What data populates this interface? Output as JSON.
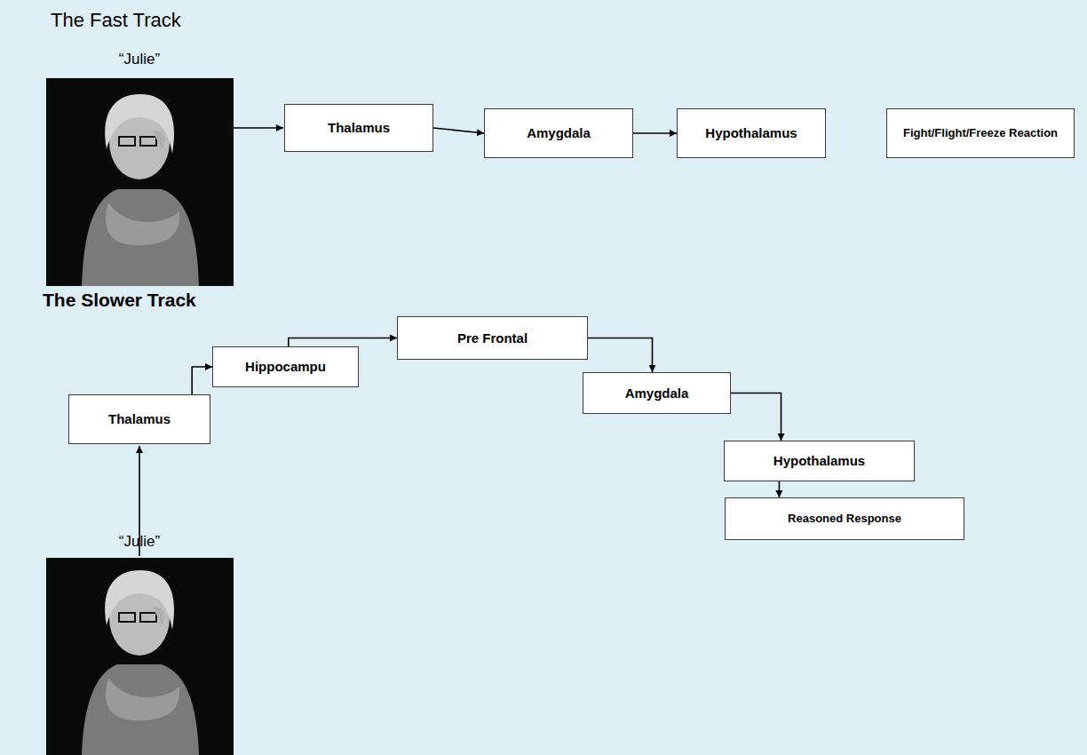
{
  "diagram": {
    "nodes": [
      {
        "text": [
          "Thalamus"
        ]
      },
      {
        "text": [
          "Amygdala"
        ]
      },
      {
        "text": [
          "Hypothalamus"
        ]
      },
      {
        "text": [
          "Fight/Flight/Freeze Reaction"
        ]
      },
      {
        "text": [
          "Thalamus"
        ]
      },
      {
        "text": [
          "Hippocampu"
        ]
      },
      {
        "text": [
          "Pre Frontal"
        ]
      },
      {
        "text": [
          "Amygdala"
        ]
      },
      {
        "text": [
          "Hypothalamus"
        ]
      },
      {
        "text": [
          "Reasoned Response"
        ]
      }
    ],
    "edges": [
      {
        "from": 0,
        "to": 1,
        "arrow": "to"
      },
      {
        "from": 1,
        "to": 2,
        "arrow": "to"
      },
      {
        "from": 4,
        "to": 5,
        "arrow": "to"
      },
      {
        "from": 5,
        "to": 6,
        "arrow": "to"
      },
      {
        "from": 6,
        "to": 7,
        "arrow": "to"
      },
      {
        "from": 7,
        "to": 8,
        "arrow": "to"
      },
      {
        "from": 8,
        "to": 9,
        "arrow": "to"
      }
    ],
    "labels": [
      "The Fast Track",
      "“Julie”",
      "The Slower Track",
      "“Julie”"
    ]
  }
}
